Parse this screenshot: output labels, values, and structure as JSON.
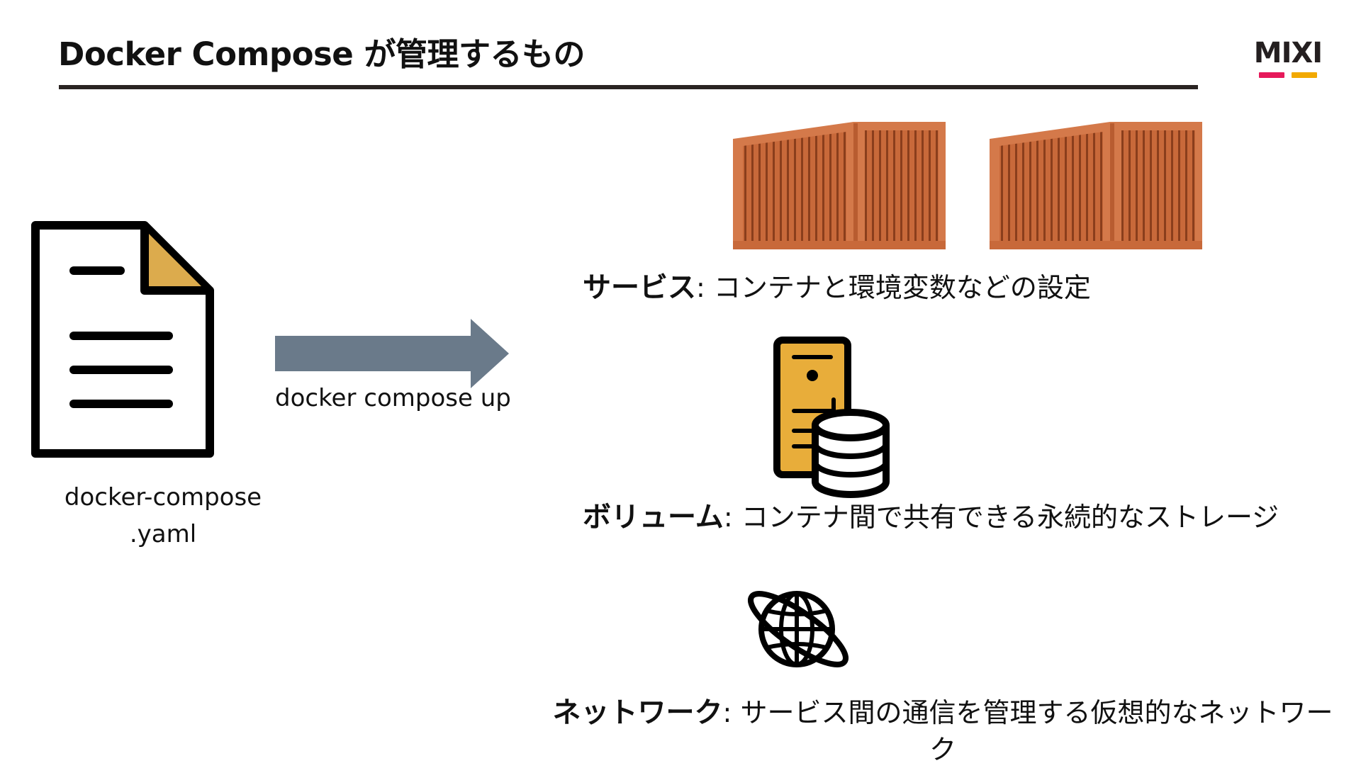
{
  "slide": {
    "title": "Docker Compose が管理するもの",
    "logo_text": "MIXI",
    "colors": {
      "rule": "#2a2422",
      "arrow": "#6a7a8a",
      "container": "#c8693a",
      "server": "#e8ad3a",
      "doc_fold": "#dcab4d",
      "logo_pink": "#e6195a",
      "logo_yellow": "#f2a900"
    }
  },
  "file": {
    "icon": "document-icon",
    "name_line1": "docker-compose",
    "name_line2": ".yaml"
  },
  "command": {
    "icon": "right-arrow-icon",
    "label": "docker compose up"
  },
  "items": [
    {
      "icon": "shipping-container-icon",
      "term": "サービス",
      "separator": ":",
      "description": " コンテナと環境変数などの設定"
    },
    {
      "icon": "server-database-icon",
      "term": "ボリューム",
      "separator": ":",
      "description": " コンテナ間で共有できる永続的なストレージ"
    },
    {
      "icon": "network-globe-icon",
      "term": "ネットワーク",
      "separator": ":",
      "description": " サービス間の通信を管理する仮想的なネットワーク"
    }
  ]
}
